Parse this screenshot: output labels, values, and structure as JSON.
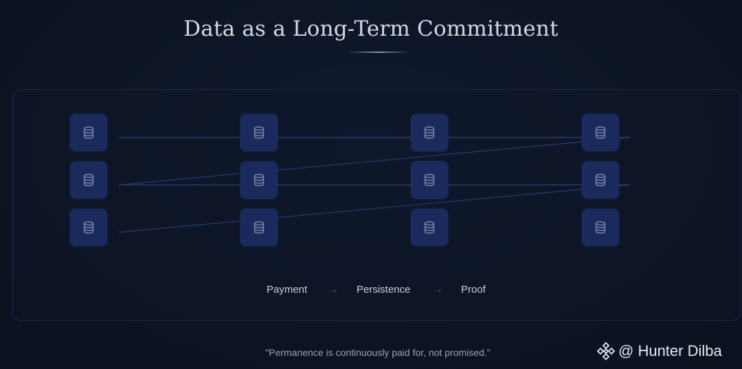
{
  "title": "Data as a Long-Term Commitment",
  "grid": {
    "columns": 4,
    "rows": 3,
    "node_icon": "database-icon",
    "node_color": "#1a2a5c",
    "link_color": "#2b3c6e"
  },
  "flow": {
    "steps": [
      "Payment",
      "Persistence",
      "Proof"
    ],
    "arrow": "→"
  },
  "quote": "\"Permanence is continuously paid for, not promised.\"",
  "watermark": {
    "icon": "binance-logo-icon",
    "text": "@ Hunter Dilba"
  }
}
